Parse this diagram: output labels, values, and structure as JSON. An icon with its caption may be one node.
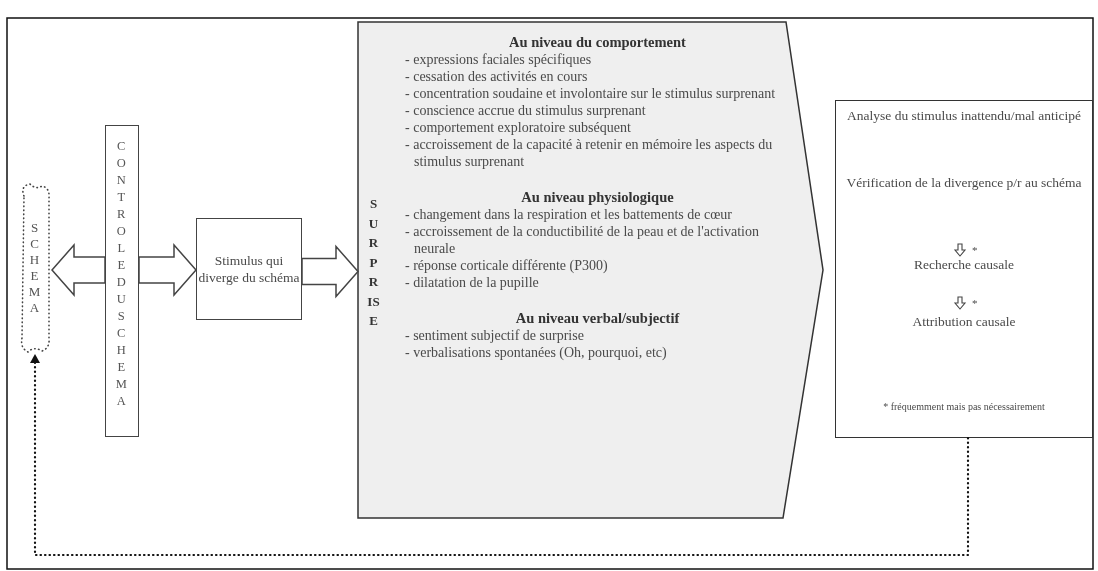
{
  "diagram": {
    "nodes": [
      {
        "text": [
          "SCHEMA"
        ]
      },
      {
        "text": [
          "CONTROLE DU SCHEMA"
        ]
      },
      {
        "text": [
          "Stimulus qui diverge du schéma"
        ]
      },
      {
        "text": [
          "SURPRISE",
          "Au niveau du comportement",
          "- expressions faciales spécifiques",
          "- cessation des activités en cours",
          "- concentration soudaine et involontaire sur le stimulus surprenant",
          "- conscience accrue du stimulus surprenant",
          "- comportement exploratoire subséquent",
          "- accroissement de la capacité à retenir en mémoire les aspects du stimulus surprenant",
          "Au niveau physiologique",
          "- changement dans la respiration et les battements de cœur",
          "- accroissement de la conductibilité de la peau et de l'activation neurale",
          "- réponse corticale différente (P300)",
          "- dilatation de la pupille",
          "Au niveau verbal/subjectif",
          "- sentiment subjectif de surprise",
          "- verbalisations spontanées (Oh, pourquoi, etc)"
        ]
      },
      {
        "text": [
          "Analyse du stimulus inattendu/mal anticipé",
          "Vérification de la divergence p/r au schéma",
          "*",
          "Recherche causale",
          "*",
          "Attribution causale",
          "* fréquemment mais pas nécessairement"
        ]
      }
    ],
    "edges": [
      {
        "from": 1,
        "to": 0,
        "arrow": "to"
      },
      {
        "from": 1,
        "to": 2,
        "arrow": "to"
      },
      {
        "from": 2,
        "to": 3,
        "arrow": "to"
      },
      {
        "from": 4,
        "to": 0,
        "arrow": "to",
        "style": "dashed"
      }
    ]
  }
}
